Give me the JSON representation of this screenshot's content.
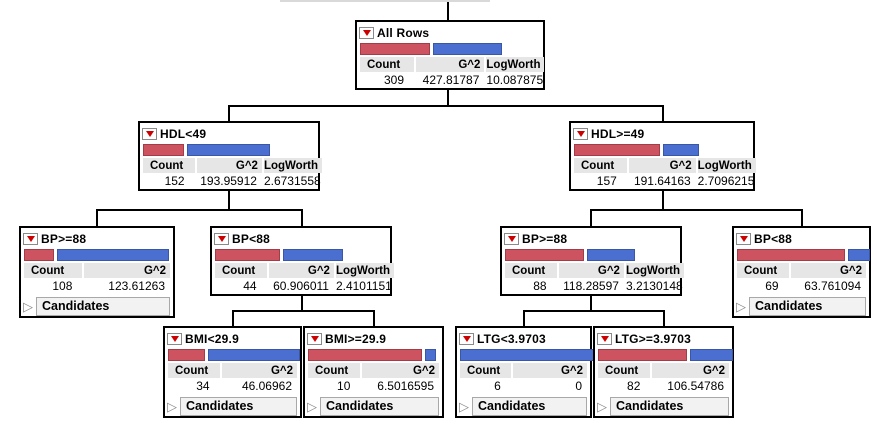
{
  "colors": {
    "bar_red": "#cd5360",
    "bar_blue": "#4a6fd0",
    "menu_triangle_red": "#cc0000",
    "header_cell_bg": "#e6e6e6",
    "connector_black": "#000000",
    "cropped_edge_gray": "#d9d9d9",
    "candidates_button_bg": "#f2f2f2"
  },
  "labels": {
    "candidates": "Candidates"
  },
  "nodes": [
    {
      "title": "All Rows",
      "columns": [
        "Count",
        "G^2",
        "LogWorth"
      ],
      "values": [
        "309",
        "427.81787",
        "10.087875"
      ],
      "red_frac": 0.49,
      "candidates": false
    },
    {
      "title": "HDL<49",
      "columns": [
        "Count",
        "G^2",
        "LogWorth"
      ],
      "values": [
        "152",
        "193.95912",
        "2.6731558"
      ],
      "red_frac": 0.32,
      "candidates": false
    },
    {
      "title": "HDL>=49",
      "columns": [
        "Count",
        "G^2",
        "LogWorth"
      ],
      "values": [
        "157",
        "191.64163",
        "2.7096215"
      ],
      "red_frac": 0.69,
      "candidates": false
    },
    {
      "title": "BP>=88",
      "columns": [
        "Count",
        "G^2"
      ],
      "values": [
        "108",
        "123.61263"
      ],
      "red_frac": 0.21,
      "candidates": true
    },
    {
      "title": "BP<88",
      "columns": [
        "Count",
        "G^2",
        "LogWorth"
      ],
      "values": [
        "44",
        "60.906011",
        "2.4101151"
      ],
      "red_frac": 0.51,
      "candidates": false
    },
    {
      "title": "BP>=88",
      "columns": [
        "Count",
        "G^2",
        "LogWorth"
      ],
      "values": [
        "88",
        "118.28597",
        "3.2130148"
      ],
      "red_frac": 0.61,
      "candidates": false
    },
    {
      "title": "BP<88",
      "columns": [
        "Count",
        "G^2"
      ],
      "values": [
        "69",
        "63.761094"
      ],
      "red_frac": 0.81,
      "candidates": true
    },
    {
      "title": "BMI<29.9",
      "columns": [
        "Count",
        "G^2"
      ],
      "values": [
        "34",
        "46.06962"
      ],
      "red_frac": 0.28,
      "candidates": true
    },
    {
      "title": "BMI>=29.9",
      "columns": [
        "Count",
        "G^2"
      ],
      "values": [
        "10",
        "6.5016595"
      ],
      "red_frac": 0.89,
      "candidates": true
    },
    {
      "title": "LTG<3.9703",
      "columns": [
        "Count",
        "G^2"
      ],
      "values": [
        "6",
        "0"
      ],
      "red_frac": 0.0,
      "candidates": true
    },
    {
      "title": "LTG>=3.9703",
      "columns": [
        "Count",
        "G^2"
      ],
      "values": [
        "82",
        "106.54786"
      ],
      "red_frac": 0.66,
      "candidates": true
    }
  ]
}
